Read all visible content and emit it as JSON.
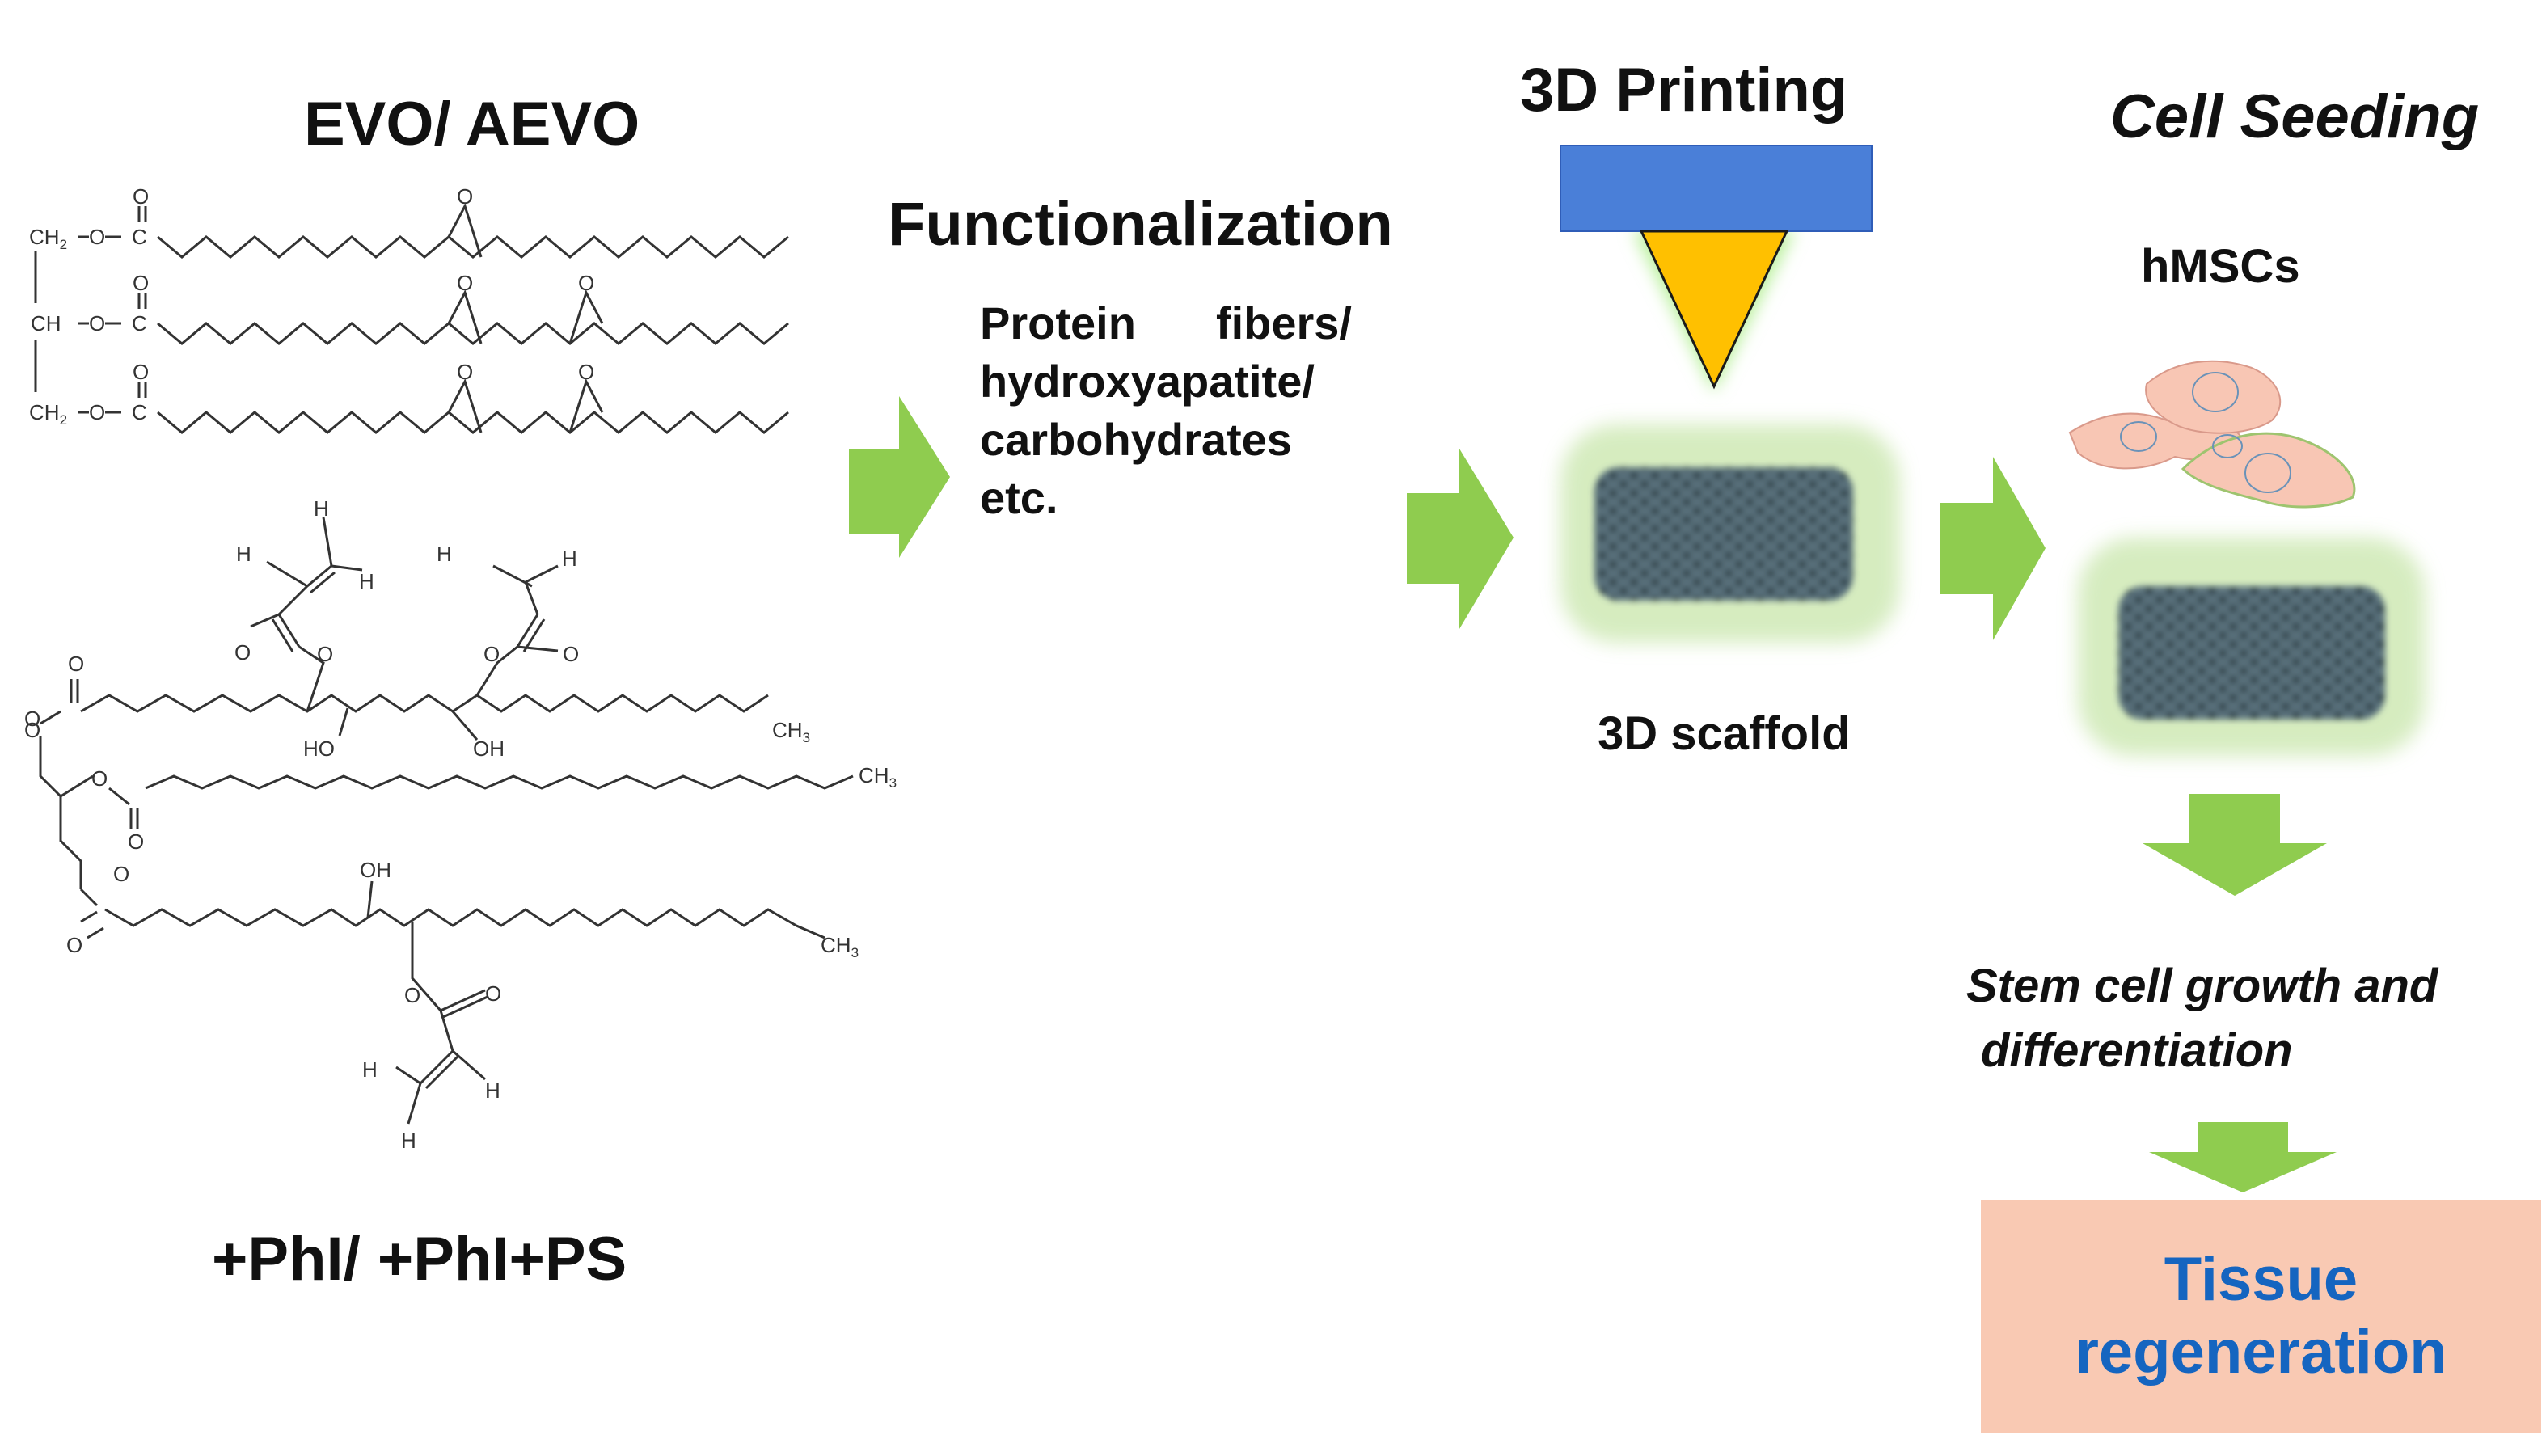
{
  "titles": {
    "evo": "EVO/ AEVO",
    "printing": "3D Printing",
    "seeding": "Cell Seeding",
    "functionalization": "Functionalization",
    "additives": "+PhI/ +PhI+PS"
  },
  "functionalization_lines": [
    "Protein",
    "fibers/",
    "hydroxyapatite/",
    "carbohydrates",
    "etc."
  ],
  "labels": {
    "hmscs": "hMSCs",
    "scaffold": "3D scaffold",
    "growth_line1": "Stem cell growth and",
    "growth_line2": "differentiation",
    "tissue_line1": "Tissue",
    "tissue_line2": "regeneration"
  },
  "chem_labels": {
    "ch2": "CH",
    "sub2": "2",
    "ch": "CH",
    "o": "O",
    "h": "H",
    "ho": "HO",
    "oh": "OH",
    "ch3": "CH",
    "sub3": "3"
  },
  "colors": {
    "arrow_green": "#8fcc4f",
    "nozzle_bar": "#4a7fd8",
    "nozzle_tip": "#ffc000",
    "glow": "#cfe9b5",
    "tissue_box": "#f9c9b3",
    "accent_blue": "#1565c0",
    "cell_fill": "#f8c6b4"
  },
  "icons": [
    "green-arrow-icon",
    "nozzle-icon",
    "scaffold-mesh-icon",
    "cell-icon"
  ]
}
